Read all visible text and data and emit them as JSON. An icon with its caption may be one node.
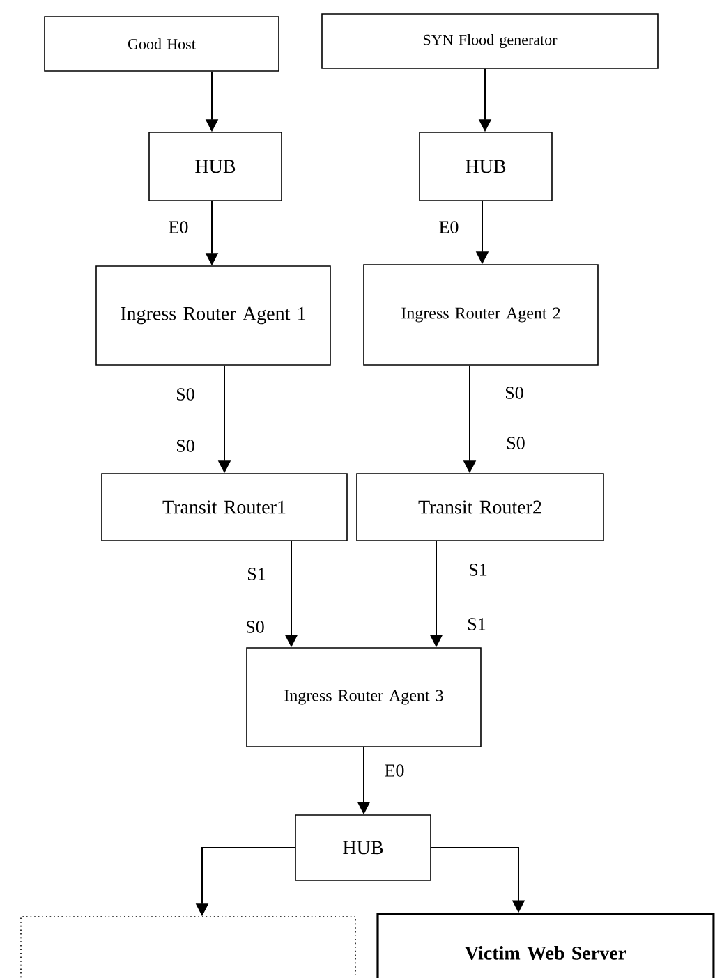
{
  "diagram": {
    "nodes": [
      {
        "text": [
          "Good Host"
        ]
      },
      {
        "text": [
          "SYN Flood generator"
        ]
      },
      {
        "text": [
          "HUB"
        ]
      },
      {
        "text": [
          "HUB"
        ]
      },
      {
        "text": [
          "Ingress Router Agent 1"
        ]
      },
      {
        "text": [
          "Ingress Router Agent 2"
        ]
      },
      {
        "text": [
          "Transit Router1"
        ]
      },
      {
        "text": [
          "Transit Router2"
        ]
      },
      {
        "text": [
          "Ingress Router Agent 3"
        ]
      },
      {
        "text": [
          "HUB"
        ]
      },
      {
        "text": [],
        "shape": "box"
      },
      {
        "text": [
          "Victim Web Server"
        ]
      }
    ],
    "edges": [
      {
        "from": 0,
        "to": 2,
        "arrow": "to"
      },
      {
        "from": 1,
        "to": 3,
        "arrow": "to"
      },
      {
        "from": 2,
        "to": 4,
        "arrow": "to"
      },
      {
        "from": 3,
        "to": 5,
        "arrow": "to"
      },
      {
        "from": 4,
        "to": 6,
        "arrow": "to"
      },
      {
        "from": 5,
        "to": 7,
        "arrow": "to"
      },
      {
        "from": 6,
        "to": 8,
        "arrow": "to"
      },
      {
        "from": 7,
        "to": 8,
        "arrow": "to"
      },
      {
        "from": 8,
        "to": 9,
        "arrow": "to"
      },
      {
        "from": 9,
        "to": 10,
        "arrow": "to"
      },
      {
        "from": 9,
        "to": 11,
        "arrow": "to"
      }
    ],
    "labels": [
      "E0",
      "E0",
      "S0",
      "S0",
      "S0",
      "S0",
      "S1",
      "S0",
      "S1",
      "S1",
      "E0"
    ]
  }
}
